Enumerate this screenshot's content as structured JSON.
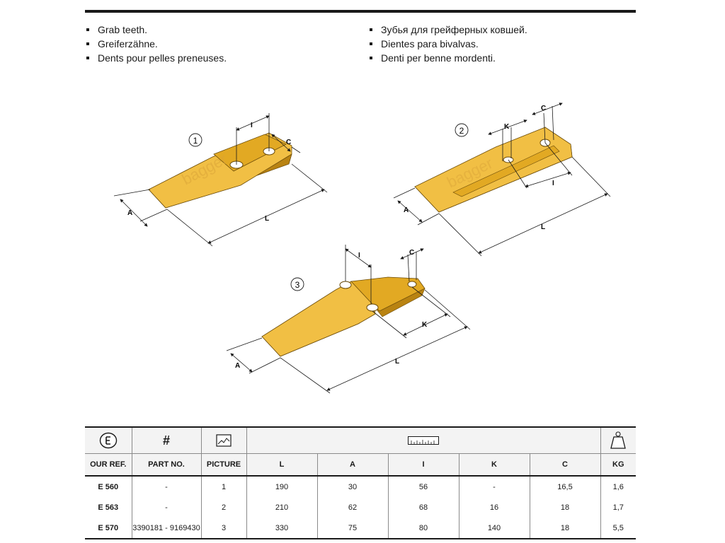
{
  "bullets_left": [
    "Grab teeth.",
    "Greiferzähne.",
    "Dents pour pelles preneuses."
  ],
  "bullets_right": [
    "Зубья для грейферных ковшей.",
    "Dientes para bivalvas.",
    "Denti per benne mordenti."
  ],
  "figures": {
    "pictures": [
      "1",
      "2",
      "3"
    ],
    "dim_labels": {
      "L": "L",
      "A": "A",
      "I": "I",
      "C": "C",
      "K": "K"
    },
    "watermark": "bagger"
  },
  "colors": {
    "tooth_light": "#f4c44a",
    "tooth_mid": "#e2a923",
    "tooth_dark": "#b98312",
    "rule": "#1a1a1a"
  },
  "table": {
    "icon_headers": {
      "ref_icon": "e-circle-icon",
      "part_symbol": "#",
      "picture_icon": "picture-icon",
      "dims_icon": "ruler-icon",
      "weight_icon": "weight-icon"
    },
    "headers": [
      "OUR REF.",
      "PART NO.",
      "PICTURE",
      "L",
      "A",
      "I",
      "K",
      "C",
      "KG"
    ],
    "rows": [
      [
        "E 560",
        "-",
        "1",
        "190",
        "30",
        "56",
        "-",
        "16,5",
        "1,6"
      ],
      [
        "E 563",
        "-",
        "2",
        "210",
        "62",
        "68",
        "16",
        "18",
        "1,7"
      ],
      [
        "E 570",
        "3390181 - 9169430",
        "3",
        "330",
        "75",
        "80",
        "140",
        "18",
        "5,5"
      ]
    ]
  }
}
